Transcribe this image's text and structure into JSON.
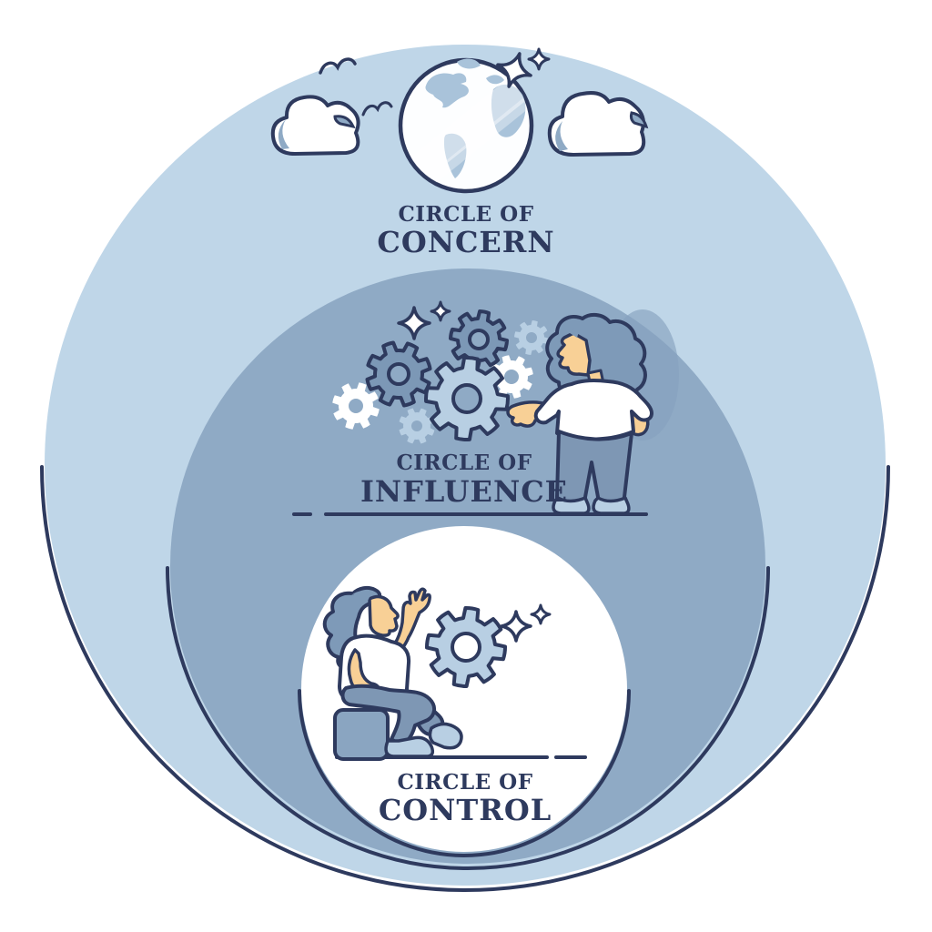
{
  "diagram": {
    "name": "Circles of Concern, Influence and Control",
    "circles": [
      {
        "id": "concern",
        "label_top": "CIRCLE OF",
        "label_main": "CONCERN",
        "fill": "#bfd6e8"
      },
      {
        "id": "influence",
        "label_top": "CIRCLE OF",
        "label_main": "INFLUENCE",
        "fill": "#8faac5"
      },
      {
        "id": "control",
        "label_top": "CIRCLE OF",
        "label_main": "CONTROL",
        "fill": "#ffffff"
      }
    ],
    "icons": [
      "globe-icon",
      "cloud-icon",
      "bird-icon",
      "sparkle-icon",
      "gear-icon",
      "standing-person-illustration",
      "sitting-person-illustration",
      "briefcase-icon"
    ],
    "colors": {
      "outline_navy": "#2e3a5e",
      "outer_circle_fill": "#bfd6e8",
      "middle_circle_fill": "#8faac5",
      "inner_circle_fill": "#ffffff",
      "accent_light_blue": "#b8cfe3",
      "accent_mid_blue": "#7c98b6",
      "continent_blue": "#a9c3da",
      "skin_tone": "#f8d096",
      "pants_blue": "#7e97b4",
      "hair_blue": "#7e9ab8"
    }
  }
}
